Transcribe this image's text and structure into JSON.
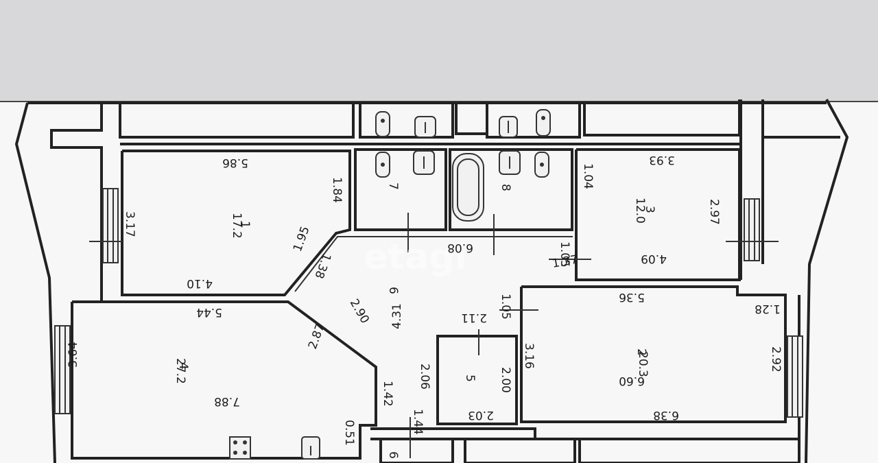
{
  "watermark": "etagi",
  "rooms": [
    {
      "id": "room-1",
      "number": "1",
      "area": "17.2"
    },
    {
      "id": "room-2",
      "number": "2",
      "area": "20.3"
    },
    {
      "id": "room-3",
      "number": "3",
      "area": "12.0"
    },
    {
      "id": "room-4",
      "number": "4",
      "area": "27.2"
    },
    {
      "id": "room-5",
      "number": "5",
      "area": ""
    },
    {
      "id": "room-6",
      "number": "6",
      "area": ""
    },
    {
      "id": "room-7",
      "number": "7",
      "area": ""
    },
    {
      "id": "room-8",
      "number": "8",
      "area": ""
    }
  ],
  "dims": {
    "d_586": "5.86",
    "d_317": "3.17",
    "d_184": "1.84",
    "d_410": "4.10",
    "d_195": "1.95",
    "d_138": "1.38",
    "d_608": "6.08",
    "d_104": "1.04",
    "d_393": "3.93",
    "d_297": "2.97",
    "d_409": "4.09",
    "d_105a": "1.05",
    "d_137": "1.37",
    "d_544": "5.44",
    "d_290": "2.90",
    "d_287": "2.87",
    "d_431": "4.31",
    "d_211": "2.11",
    "d_105b": "1.05",
    "d_536": "5.36",
    "d_128": "1.28",
    "d_364": "3.64",
    "d_788": "7.88",
    "d_142": "1.42",
    "d_206": "2.06",
    "d_200": "2.00",
    "d_316": "3.16",
    "d_660": "6.60",
    "d_292": "2.92",
    "d_051": "0.51",
    "d_144": "1.44",
    "d_203": "2.03",
    "d_638": "6.38"
  }
}
